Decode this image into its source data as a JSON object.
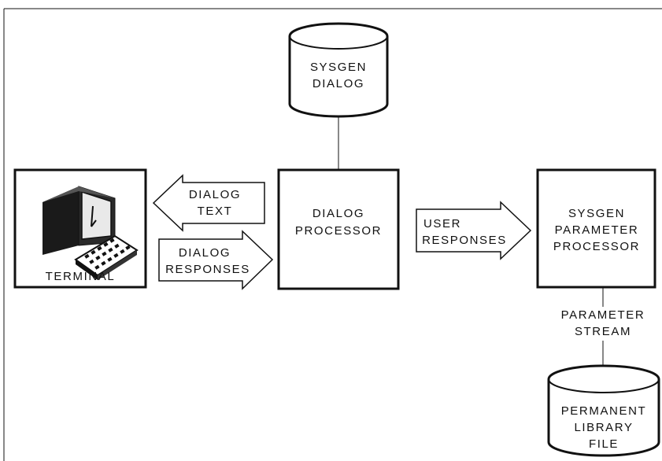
{
  "sysgen_dialog_file": {
    "line1": "SYSGEN",
    "line2": "DIALOG"
  },
  "terminal": {
    "label": "TERMINAL"
  },
  "dialog_text_arrow": {
    "line1": "DIALOG",
    "line2": "TEXT"
  },
  "dialog_responses_arrow": {
    "line1": "DIALOG",
    "line2": "RESPONSES"
  },
  "dialog_processor": {
    "line1": "DIALOG",
    "line2": "PROCESSOR"
  },
  "user_responses_arrow": {
    "line1": "USER",
    "line2": "RESPONSES"
  },
  "sysgen_parameter_processor": {
    "line1": "SYSGEN",
    "line2": "PARAMETER",
    "line3": "PROCESSOR"
  },
  "parameter_stream": {
    "line1": "PARAMETER",
    "line2": "STREAM"
  },
  "permanent_library_file": {
    "line1": "PERMANENT",
    "line2": "LIBRARY",
    "line3": "FILE"
  },
  "colors": {
    "ink": "#111111",
    "paper": "#ffffff"
  }
}
